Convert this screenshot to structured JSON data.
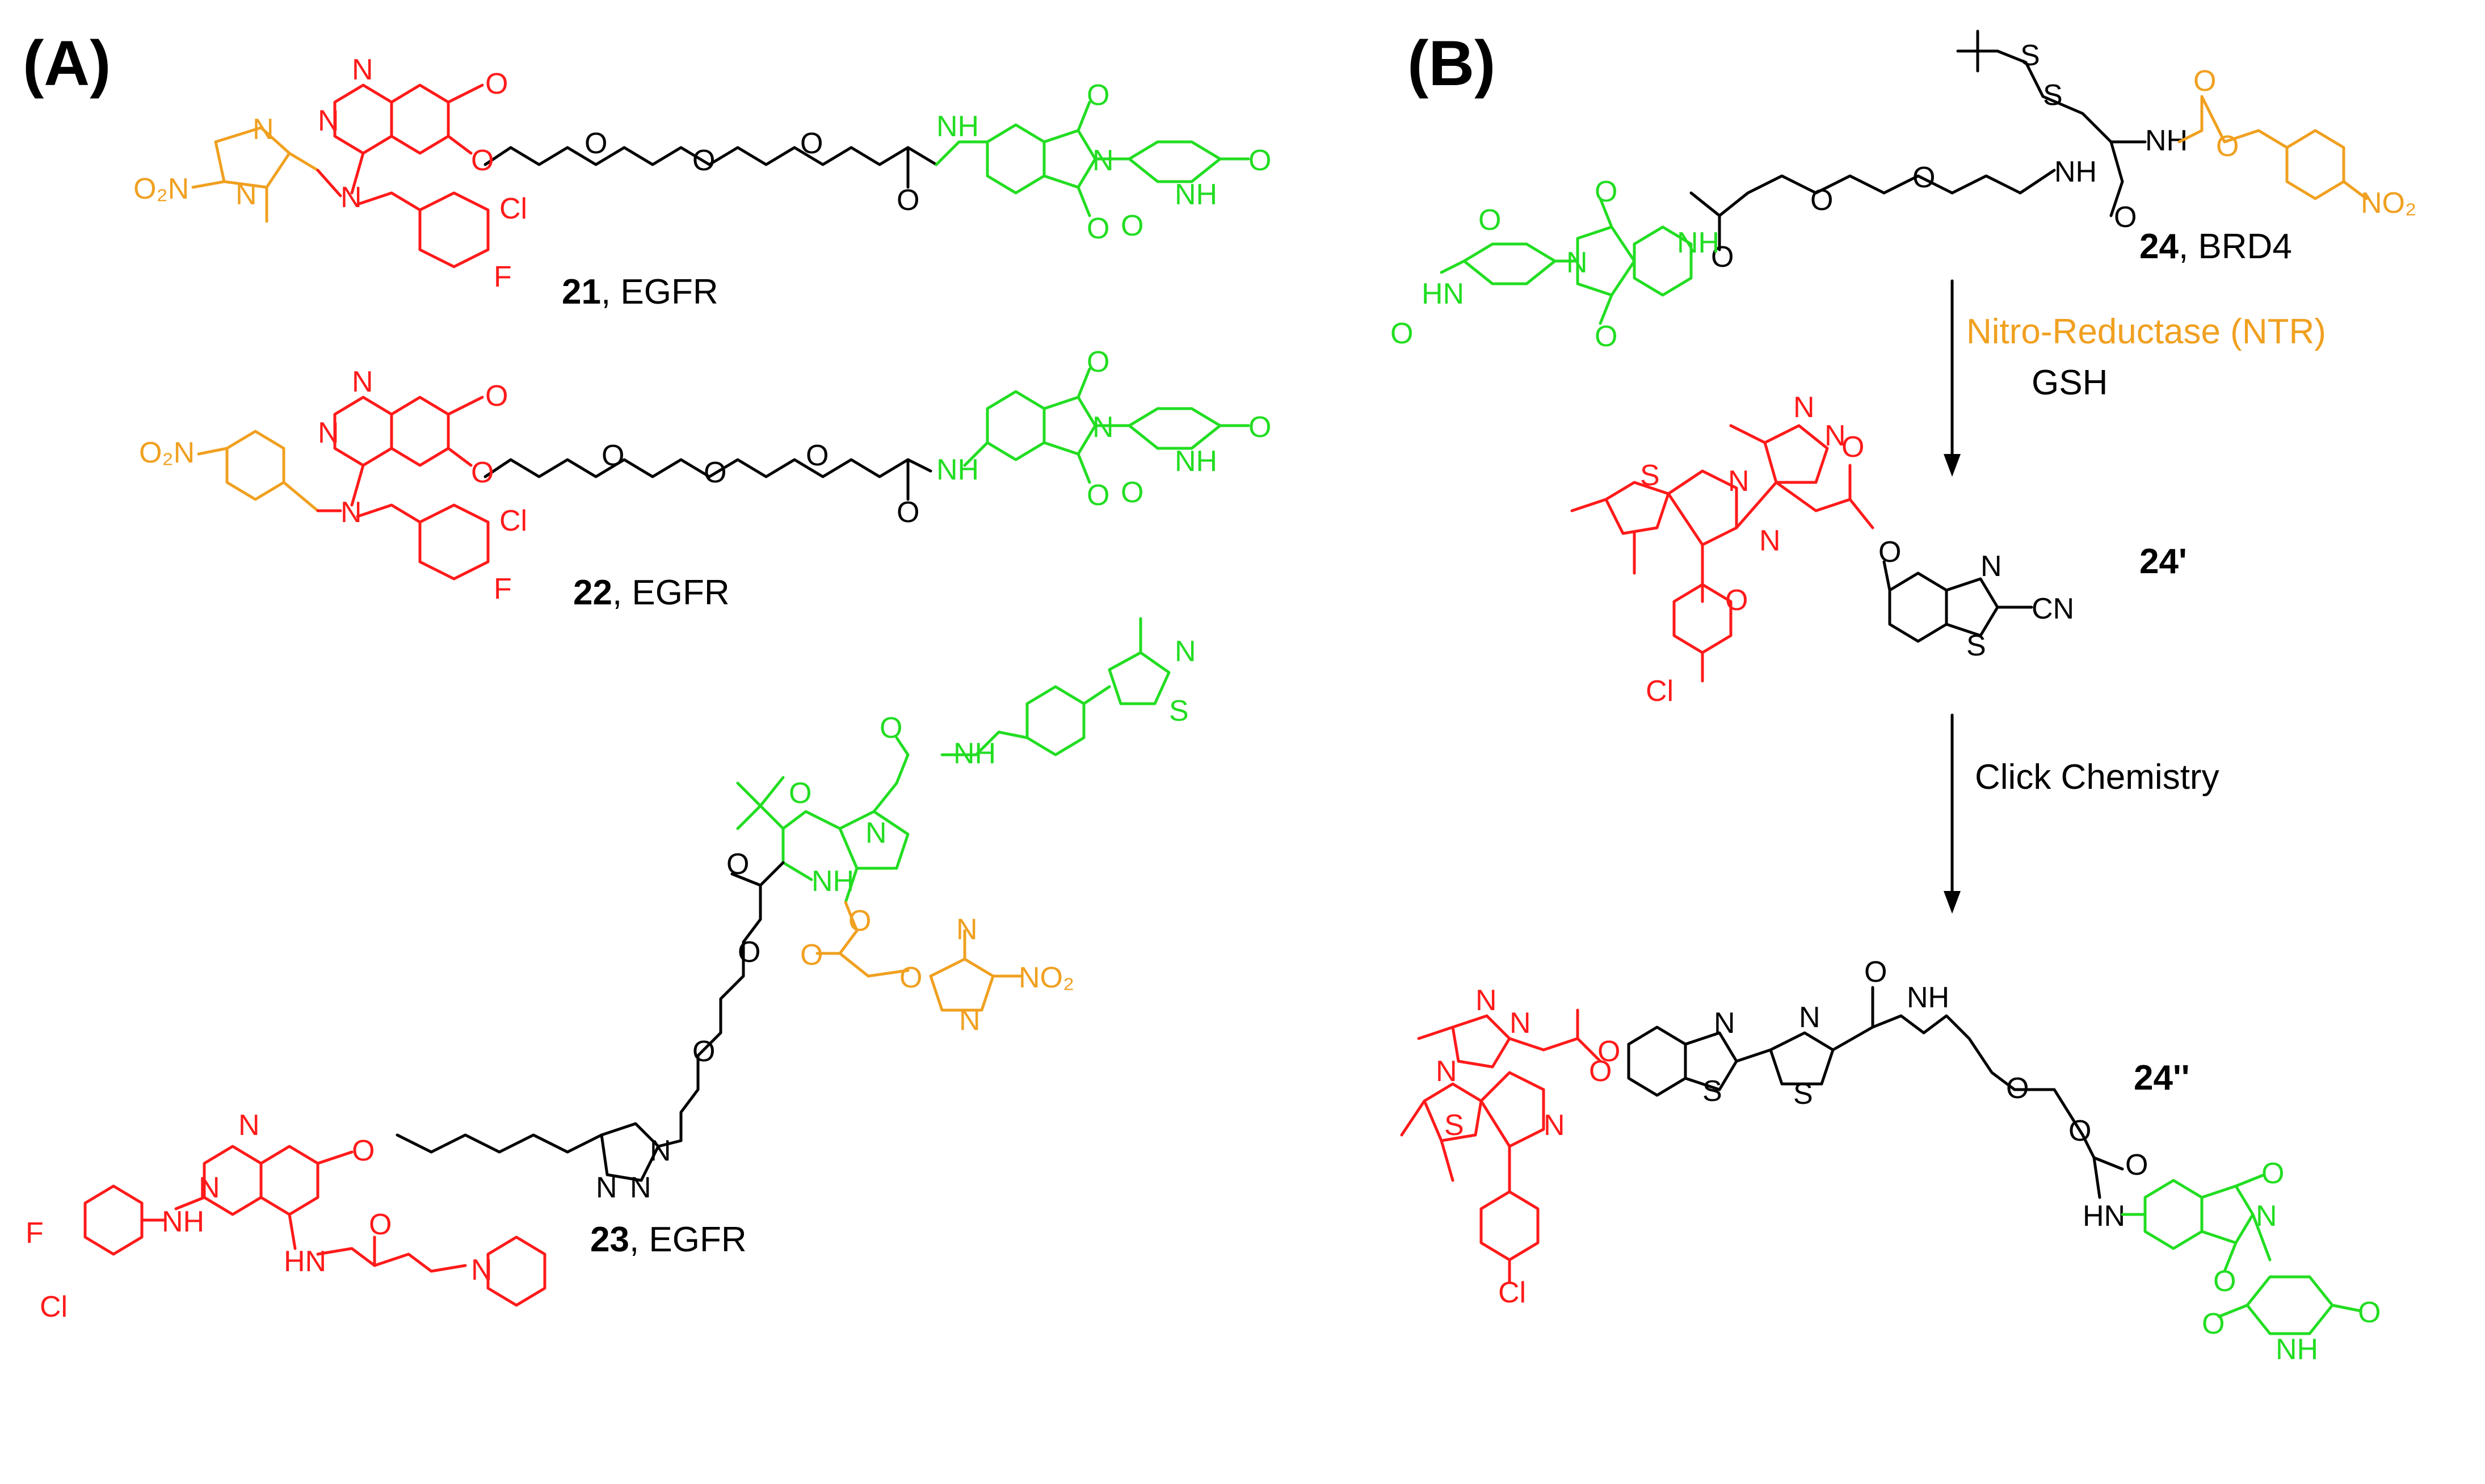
{
  "colors": {
    "linker": "#000000",
    "warhead": "#ff1a1a",
    "e3_ligand": "#22dd22",
    "caging_group": "#f0a020"
  },
  "panels": {
    "a": {
      "label": "(A)"
    },
    "b": {
      "label": "(B)"
    }
  },
  "compounds": {
    "c21": {
      "number": "21",
      "target": ", EGFR"
    },
    "c22": {
      "number": "22",
      "target": ", EGFR"
    },
    "c23": {
      "number": "23",
      "target": ", EGFR"
    },
    "c24": {
      "number": "24",
      "target": ", BRD4"
    },
    "c24p": {
      "number": "24'"
    },
    "c24pp": {
      "number": "24''"
    }
  },
  "arrows": {
    "step1": {
      "enzyme": "Nitro-Reductase (NTR)",
      "cofactor": "GSH"
    },
    "step2": {
      "label": "Click Chemistry"
    }
  },
  "atoms": {
    "N": "N",
    "O": "O",
    "S": "S",
    "F": "F",
    "Cl": "Cl",
    "NH": "NH",
    "HN": "HN",
    "CN": "CN",
    "O2N": "O₂N",
    "NO2": "NO₂",
    "OMe": "O"
  }
}
